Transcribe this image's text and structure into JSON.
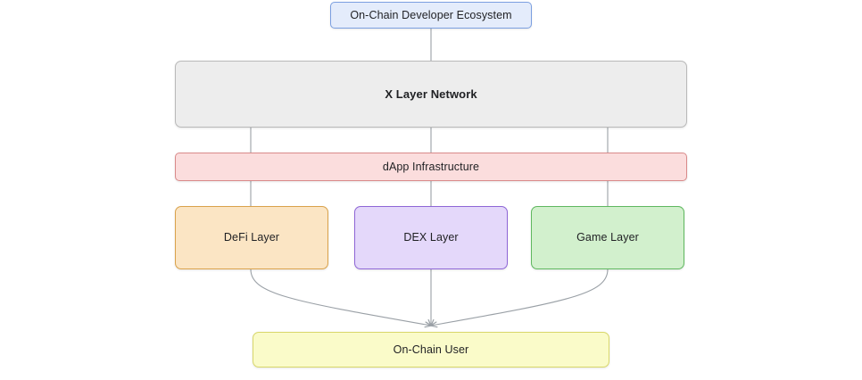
{
  "diagram": {
    "title": "X Layer on-chain ecosystem layer diagram",
    "background_color": "#ffffff",
    "edge_color": "#9aa0a6",
    "nodes": [
      {
        "id": "ecosystem",
        "label": "On-Chain Developer Ecosystem",
        "fill": "#e4ecfb",
        "stroke": "#7b9fe0",
        "bold": false
      },
      {
        "id": "xlayer",
        "label": "X Layer Network",
        "fill": "#ededed",
        "stroke": "#b9b9b9",
        "bold": true
      },
      {
        "id": "dapp",
        "label": "dApp Infrastructure",
        "fill": "#fbdddd",
        "stroke": "#d98a8a",
        "bold": false
      },
      {
        "id": "defi",
        "label": "DeFi Layer",
        "fill": "#fbe5c4",
        "stroke": "#d9a24b",
        "bold": false
      },
      {
        "id": "dex",
        "label": "DEX Layer",
        "fill": "#e4d8fa",
        "stroke": "#8e66d6",
        "bold": false
      },
      {
        "id": "game",
        "label": "Game Layer",
        "fill": "#d2f0cd",
        "stroke": "#5fb85f",
        "bold": false
      },
      {
        "id": "user",
        "label": "On-Chain User",
        "fill": "#fafbc9",
        "stroke": "#d8d76a",
        "bold": false
      }
    ],
    "edges": [
      {
        "from": "ecosystem",
        "to": "xlayer",
        "style": "straight",
        "arrow": false
      },
      {
        "from": "xlayer",
        "to": "dapp",
        "style": "straight",
        "arrow": false
      },
      {
        "from": "xlayer",
        "to": "dapp",
        "style": "straight",
        "arrow": false
      },
      {
        "from": "xlayer",
        "to": "dapp",
        "style": "straight",
        "arrow": false
      },
      {
        "from": "dapp",
        "to": "defi",
        "style": "straight",
        "arrow": false
      },
      {
        "from": "dapp",
        "to": "dex",
        "style": "straight",
        "arrow": false
      },
      {
        "from": "dapp",
        "to": "game",
        "style": "straight",
        "arrow": false
      },
      {
        "from": "defi",
        "to": "user",
        "style": "curved",
        "arrow": true
      },
      {
        "from": "dex",
        "to": "user",
        "style": "straight",
        "arrow": true
      },
      {
        "from": "game",
        "to": "user",
        "style": "curved",
        "arrow": true
      }
    ]
  }
}
